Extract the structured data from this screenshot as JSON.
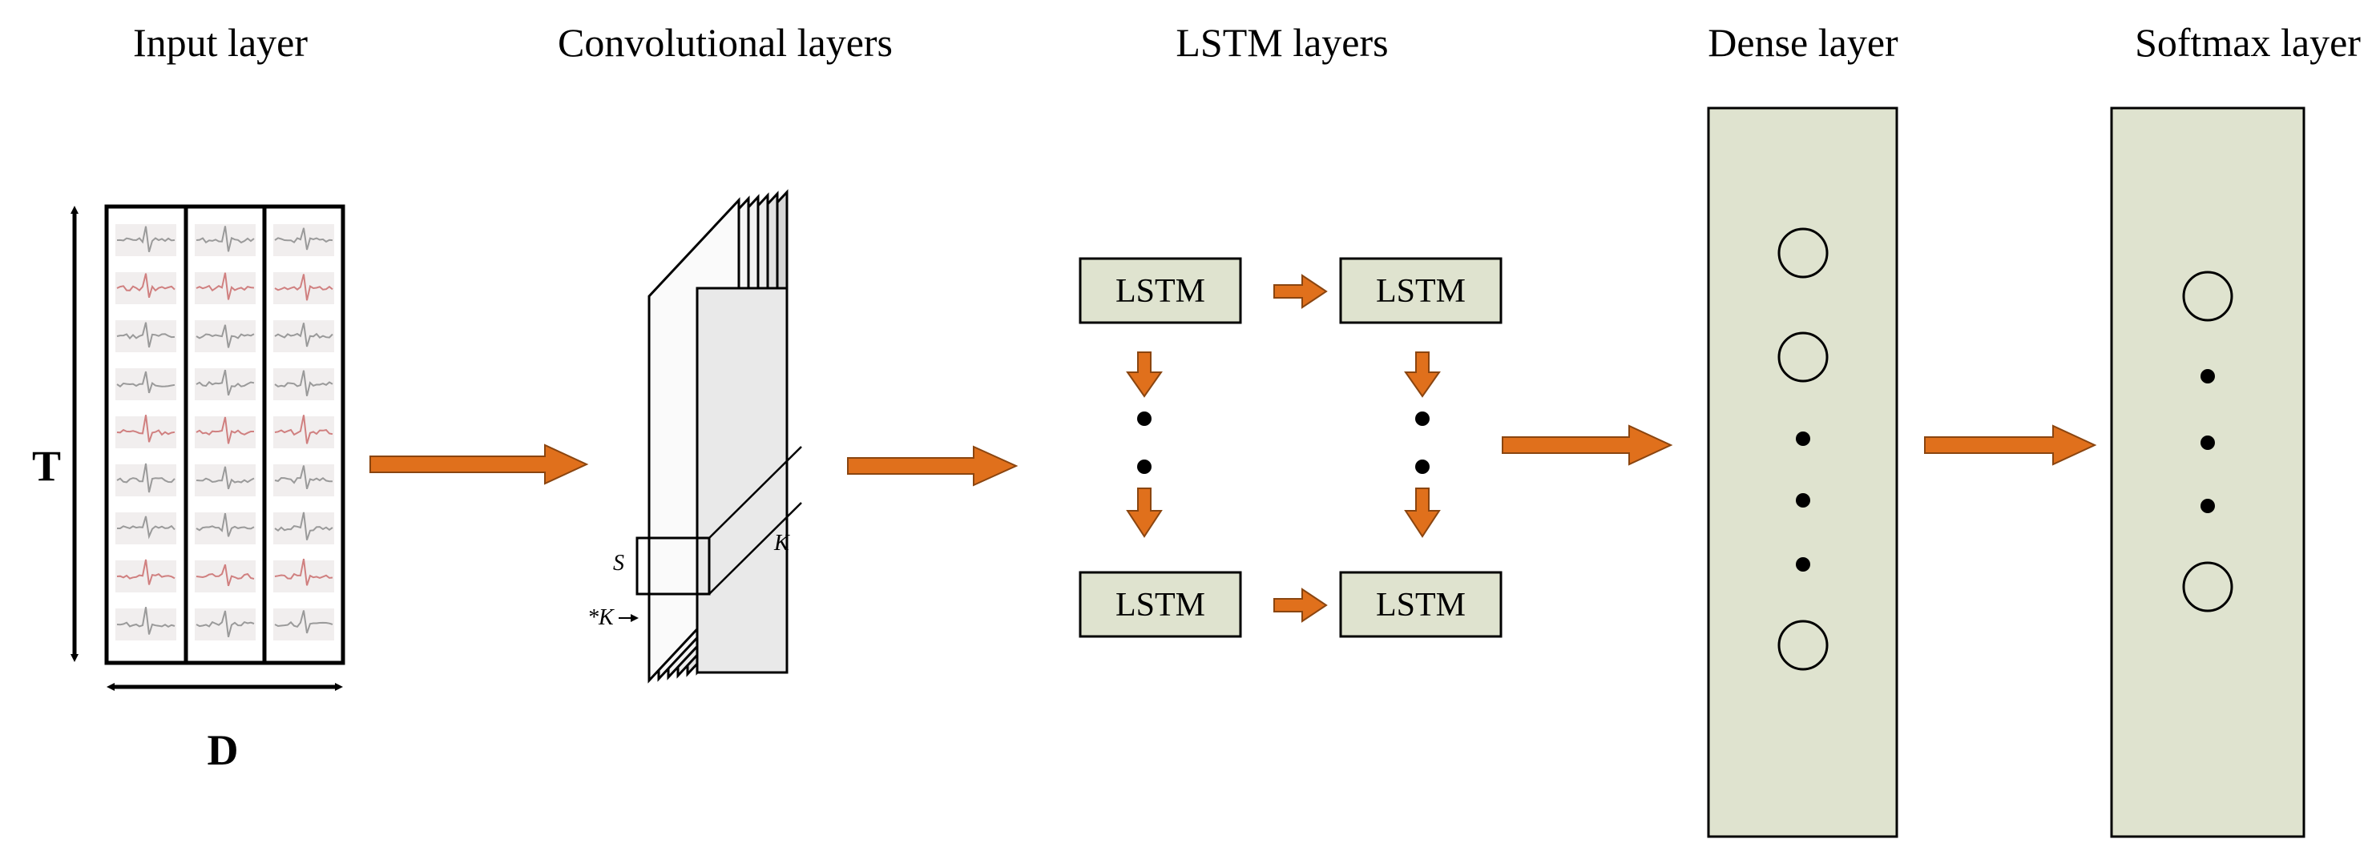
{
  "titles": {
    "input": "Input layer",
    "conv": "Convolutional layers",
    "lstm": "LSTM layers",
    "dense": "Dense layer",
    "softmax": "Softmax layer"
  },
  "input_layer": {
    "t_label": "T",
    "d_label": "D"
  },
  "conv_layer": {
    "s_label": "S",
    "k_label": "K",
    "k_label_left": "*K"
  },
  "lstm_layer": {
    "cell_label": "LSTM"
  },
  "colors": {
    "arrow": "#e0701c",
    "arrow_stroke": "#8a4510",
    "panel": "#dfe3cf",
    "signal": "#d08080"
  }
}
